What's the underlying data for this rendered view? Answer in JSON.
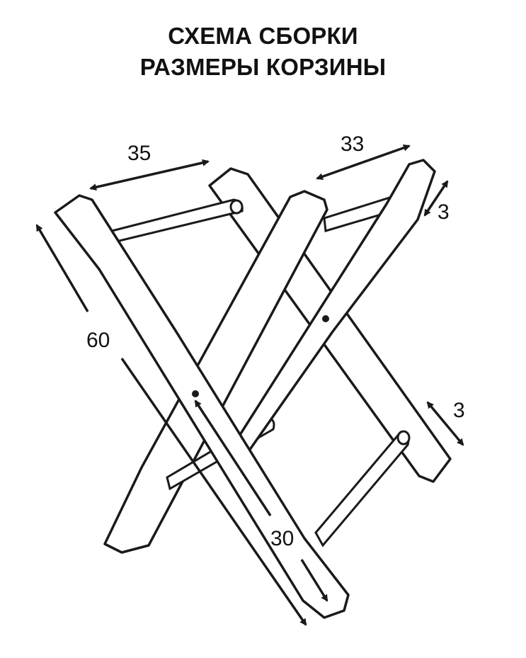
{
  "title": {
    "line1": "СХЕМА СБОРКИ",
    "line2": "РАЗМЕРЫ КОРЗИНЫ"
  },
  "dimensions": {
    "left_rung_length": "35",
    "right_rung_length": "33",
    "top_thickness": "3",
    "bottom_thickness": "3",
    "leg_length": "60",
    "lower_leg_segment": "30"
  },
  "colors": {
    "line": "#1a1a1a",
    "background": "#ffffff"
  }
}
